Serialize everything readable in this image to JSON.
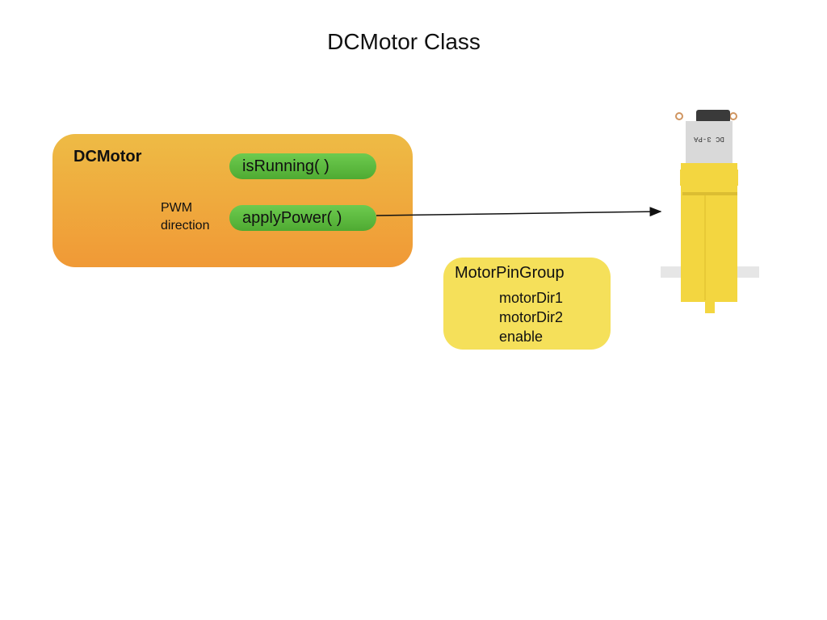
{
  "title": "DCMotor Class",
  "dc_motor": {
    "name": "DCMotor",
    "methods": [
      "isRunning( )",
      "applyPower( )"
    ],
    "params": [
      "PWM",
      "direction"
    ]
  },
  "motor_pin_group": {
    "name": "MotorPinGroup",
    "fields": [
      "motorDir1",
      "motorDir2",
      "enable"
    ]
  },
  "motor_image": {
    "label": "DC 3-PA",
    "icon": "gear-motor-icon"
  }
}
